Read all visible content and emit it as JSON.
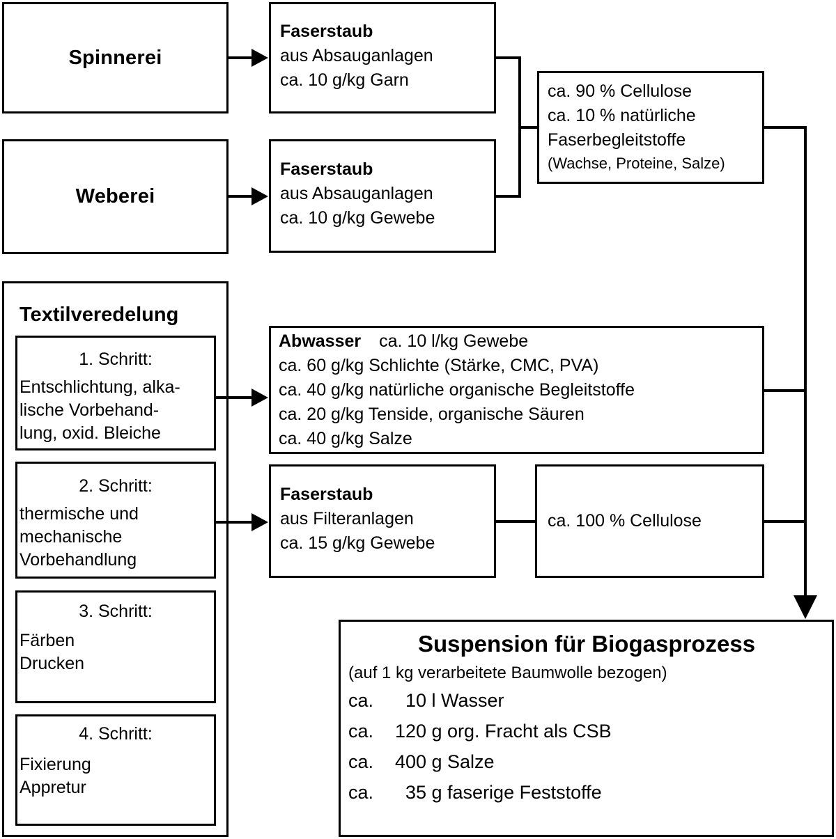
{
  "diagram": {
    "title_semantic": "Stoffstromdiagramm Baumwoll-Textilherstellung",
    "processes": [
      {
        "id": "spinnerei",
        "label": "Spinnerei"
      },
      {
        "id": "weberei",
        "label": "Weberei"
      }
    ],
    "textilveredelung": {
      "heading": "Textilveredelung",
      "steps": [
        {
          "title": "1. Schritt:",
          "lines": [
            "Entschlichtung, alka-",
            "lische Vorbehand-",
            "lung, oxid. Bleiche"
          ]
        },
        {
          "title": "2. Schritt:",
          "lines": [
            "thermische und",
            "mechanische",
            "Vorbehandlung"
          ]
        },
        {
          "title": "3. Schritt:",
          "lines": [
            "Färben",
            "Drucken"
          ]
        },
        {
          "title": "4. Schritt:",
          "lines": [
            "Fixierung",
            "Appretur"
          ]
        }
      ]
    },
    "streams": {
      "faserstaub_spinnerei": {
        "heading": "Faserstaub",
        "lines": [
          "aus Absauganlagen",
          "ca. 10 g/kg Garn"
        ]
      },
      "faserstaub_weberei": {
        "heading": "Faserstaub",
        "lines": [
          "aus Absauganlagen",
          "ca. 10 g/kg Gewebe"
        ]
      },
      "abwasser": {
        "heading": "Abwasser",
        "heading_suffix": "ca. 10 l/kg Gewebe",
        "lines": [
          "ca. 60 g/kg Schlichte (Stärke, CMC, PVA)",
          "ca. 40 g/kg natürliche organische Begleitstoffe",
          "ca. 20 g/kg Tenside, organische Säuren",
          "ca. 40 g/kg Salze"
        ]
      },
      "faserstaub_filter": {
        "heading": "Faserstaub",
        "lines": [
          "aus Filteranlagen",
          "ca. 15 g/kg Gewebe"
        ]
      }
    },
    "compositions": {
      "staub_zusammensetzung": {
        "lines": [
          "ca. 90 % Cellulose",
          "ca. 10 % natürliche",
          "Faserbegleitstoffe"
        ],
        "note": "(Wachse, Proteine, Salze)"
      },
      "cellulose_100": {
        "text": "ca. 100 % Cellulose"
      }
    },
    "result": {
      "title": "Suspension für Biogasprozess",
      "subtitle": "(auf 1 kg verarbeitete Baumwolle bezogen)",
      "items": [
        {
          "prefix": "ca.",
          "amount": "10",
          "unit_and_name": "l Wasser"
        },
        {
          "prefix": "ca.",
          "amount": "120",
          "unit_and_name": "g org. Fracht als CSB"
        },
        {
          "prefix": "ca.",
          "amount": "400",
          "unit_and_name": "g Salze"
        },
        {
          "prefix": "ca.",
          "amount": "35",
          "unit_and_name": "g faserige Feststoffe"
        }
      ]
    },
    "colors": {
      "stroke": "#000000",
      "background": "#ffffff",
      "text": "#000000"
    }
  }
}
